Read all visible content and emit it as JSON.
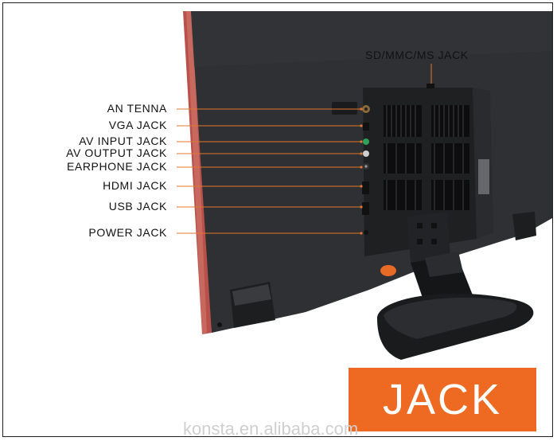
{
  "labels": {
    "sd_jack": "SD/MMC/MS JACK",
    "antenna": "AN TENNA",
    "vga": "VGA JACK",
    "av_input": "AV INPUT JACK",
    "av_output": "AV OUTPUT JACK",
    "earphone": "EARPHONE JACK",
    "hdmi": "HDMI JACK",
    "usb": "USB JACK",
    "power": "POWER JACK"
  },
  "banner": {
    "text": "JACK",
    "color": "#ee6a22"
  },
  "watermark": "konsta.en.alibaba.com",
  "colors": {
    "leader_line": "#e0772e",
    "monitor_back": "#2f3033",
    "monitor_edge": "#b9504a"
  }
}
